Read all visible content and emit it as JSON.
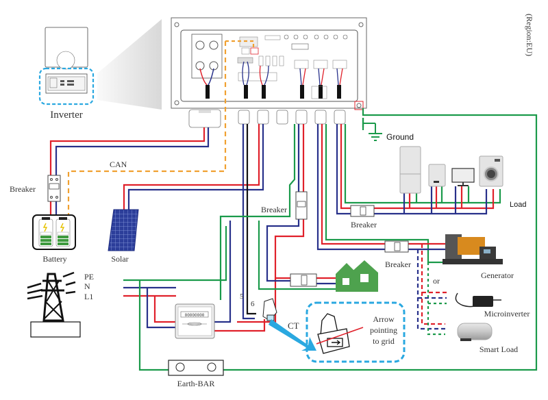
{
  "diagram": {
    "title_region": "(Region:EU)",
    "colors": {
      "live": "#e0202a",
      "neutral": "#27308a",
      "earth": "#1a9a4a",
      "can_bus": "#f0a030",
      "highlight": "#2aa8e0",
      "house": "#4ea24e",
      "outline": "#222222"
    },
    "labels": {
      "inverter": "Inverter",
      "can": "CAN",
      "breaker_battery": "Breaker",
      "battery": "Battery",
      "solar": "Solar",
      "pe": "PE",
      "n": "N",
      "l1": "L1",
      "ground": "Ground",
      "load": "Load",
      "breaker_load": "Breaker",
      "breaker_grid": "Breaker",
      "breaker_gen": "Breaker",
      "generator": "Generator",
      "or": "or",
      "microinverter": "Microinverter",
      "smart_load": "Smart Load",
      "ct": "CT",
      "ct_note_line1": "Arrow",
      "ct_note_line2": "pointing",
      "ct_note_line3": "to grid",
      "wire5": "5",
      "wire6": "6",
      "earth_bar": "Earth-BAR",
      "meter_reading": "00000000"
    },
    "components": [
      {
        "id": "inverter",
        "icon": "inverter-icon"
      },
      {
        "id": "battery",
        "icon": "battery-icon"
      },
      {
        "id": "solar",
        "icon": "solar-panel-icon"
      },
      {
        "id": "grid",
        "icon": "power-tower-icon"
      },
      {
        "id": "meter",
        "icon": "energy-meter-icon"
      },
      {
        "id": "ct",
        "icon": "ct-clamp-icon"
      },
      {
        "id": "house",
        "icon": "house-icon"
      },
      {
        "id": "generator",
        "icon": "generator-icon"
      },
      {
        "id": "microinverter",
        "icon": "microinverter-icon"
      },
      {
        "id": "smart_load",
        "icon": "water-heater-icon"
      },
      {
        "id": "fridge",
        "icon": "fridge-icon"
      },
      {
        "id": "boiler",
        "icon": "boiler-icon"
      },
      {
        "id": "tv",
        "icon": "monitor-icon"
      },
      {
        "id": "washer",
        "icon": "washing-machine-icon"
      },
      {
        "id": "earth_bar",
        "icon": "earth-bar-icon"
      },
      {
        "id": "ground",
        "icon": "ground-icon"
      }
    ]
  }
}
